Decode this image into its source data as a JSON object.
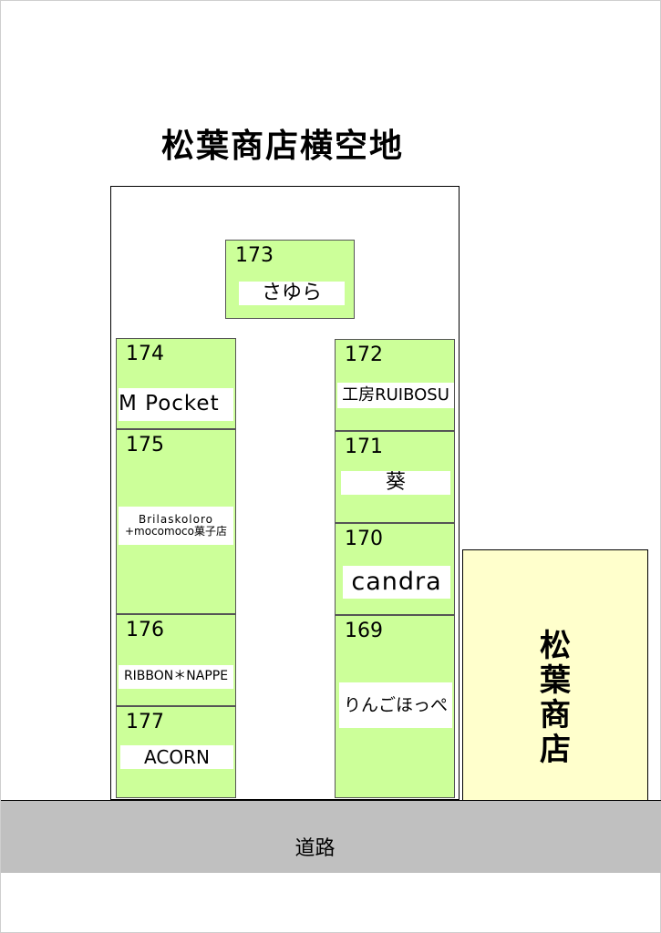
{
  "title": "松葉商店横空地",
  "booths": [
    {
      "number": "173",
      "name": "さゆら"
    },
    {
      "number": "174",
      "name": "M Pocket"
    },
    {
      "number": "175",
      "name_line1": "Brilaskoloro",
      "name_line2": "+mocomoco菓子店"
    },
    {
      "number": "176",
      "name": "RIBBON＊NAPPE"
    },
    {
      "number": "177",
      "name": "ACORN"
    },
    {
      "number": "172",
      "name": "工房RUIBOSU"
    },
    {
      "number": "171",
      "name": "葵"
    },
    {
      "number": "170",
      "name": "candra"
    },
    {
      "number": "169",
      "name": "りんごほっぺ"
    }
  ],
  "store": {
    "chars": [
      "松",
      "葉",
      "商",
      "店"
    ]
  },
  "road": {
    "label": "道路"
  },
  "colors": {
    "booth": "#ccff99",
    "store": "#ffffcc",
    "road": "#c0c0c0"
  }
}
